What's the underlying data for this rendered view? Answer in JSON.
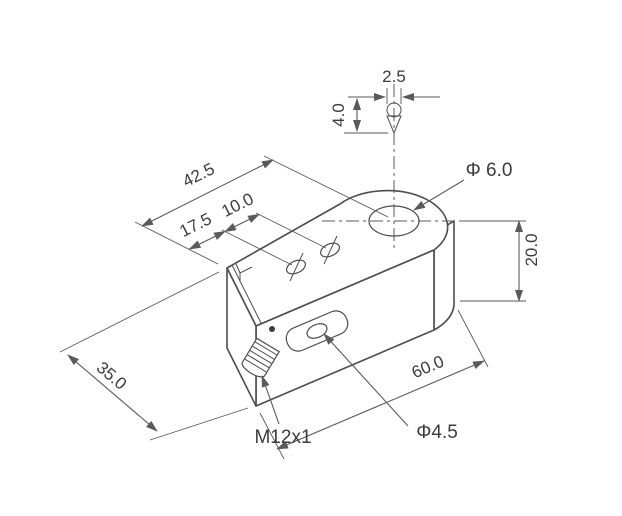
{
  "drawing": {
    "type": "dimensioned technical drawing of block-style sensor with threaded connector",
    "colors": {
      "line": "#4d4d4d",
      "dimension_line": "#5a5a5a",
      "text": "#3c3c3c",
      "background": "#ffffff"
    }
  },
  "labels": {
    "length_overall": "42.5",
    "hole_offset_1": "17.5",
    "hole_offset_2": "10.0",
    "tip_width": "2.5",
    "tip_height": "4.0",
    "bore_diameter": "Φ 6.0",
    "body_height": "20.0",
    "body_width": "35.0",
    "body_length": "60.0",
    "slot_hole_diameter": "Φ4.5",
    "connector_thread": "M12x1"
  }
}
